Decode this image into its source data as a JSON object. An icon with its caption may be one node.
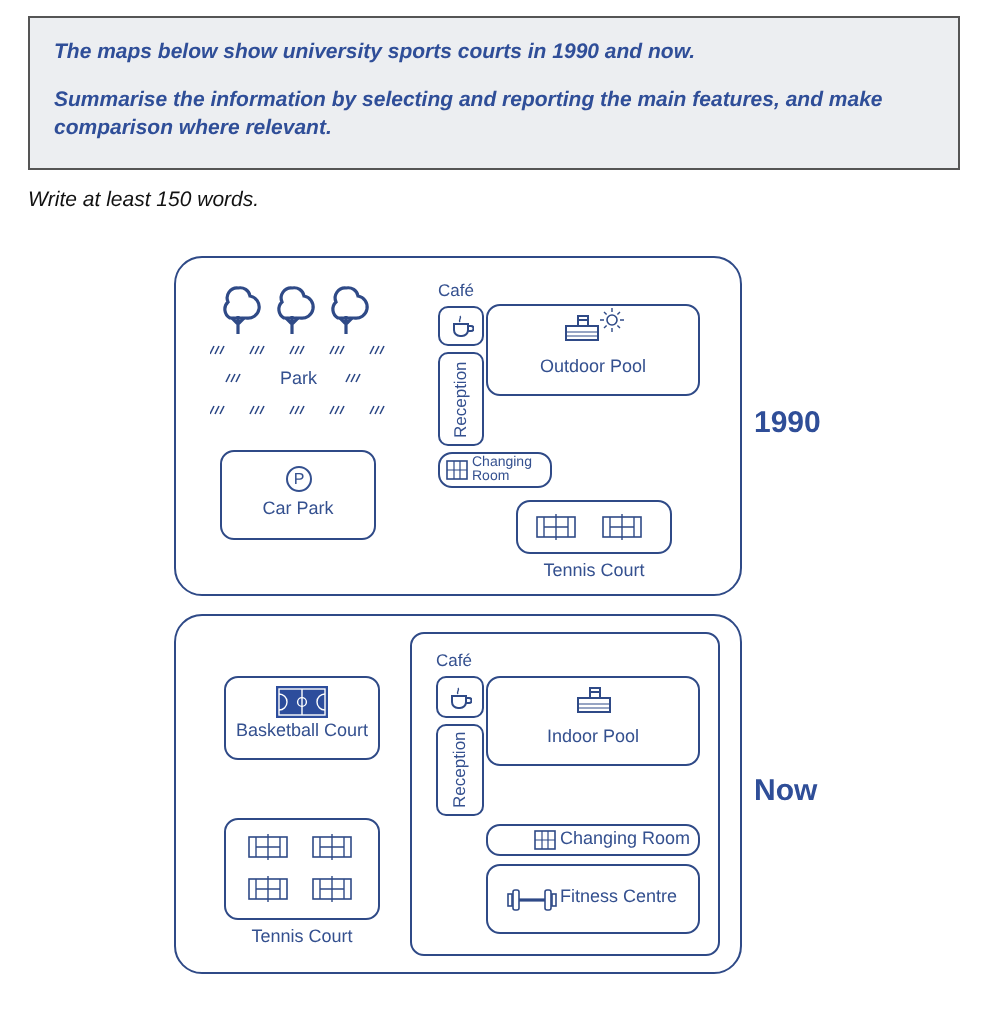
{
  "diagram": {
    "title": "The maps below show university sports courts in 1990 and now.",
    "nodes": [
      {
        "text": [
          "1990"
        ]
      },
      {
        "text": [
          "Park"
        ],
        "in": 0
      },
      {
        "text": [
          "P",
          "Car Park"
        ],
        "in": 0
      },
      {
        "text": [
          "Café"
        ],
        "in": 0
      },
      {
        "text": [
          "Reception"
        ],
        "in": 0
      },
      {
        "text": [
          "Outdoor Pool"
        ],
        "in": 0
      },
      {
        "text": [
          "Changing Room"
        ],
        "in": 0
      },
      {
        "text": [
          "Tennis Court"
        ],
        "in": 0
      },
      {
        "text": [
          "Now"
        ]
      },
      {
        "text": [
          "Basketball Court"
        ],
        "in": 8
      },
      {
        "text": [
          "Tennis Court"
        ],
        "in": 8
      },
      {
        "text": [],
        "shape": "box",
        "in": 8
      },
      {
        "text": [
          "Café"
        ],
        "in": 11
      },
      {
        "text": [
          "Reception"
        ],
        "in": 11
      },
      {
        "text": [
          "Indoor Pool"
        ],
        "in": 11
      },
      {
        "text": [
          "Changing Room"
        ],
        "in": 11
      },
      {
        "text": [
          "Fitness Centre"
        ],
        "in": 11
      }
    ],
    "edges": [],
    "labels": [
      "Summarise the information by selecting and reporting the main features, and make comparison where relevant.",
      "Write at least 150 words."
    ]
  }
}
